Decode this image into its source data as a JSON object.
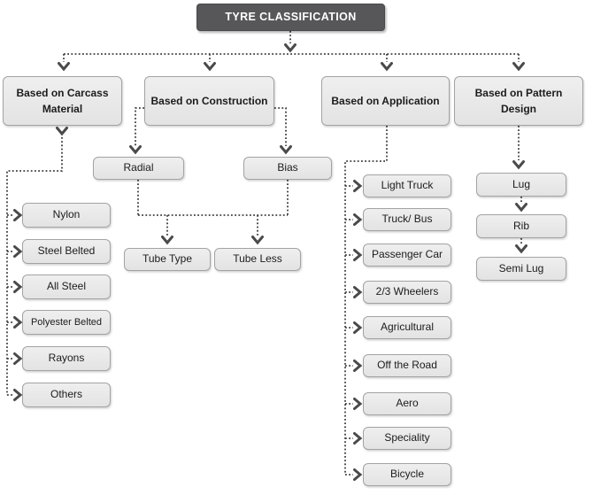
{
  "diagram": {
    "title": "TYRE CLASSIFICATION",
    "branches": {
      "carcass": {
        "label": "Based on Carcass Material",
        "items": [
          "Nylon",
          "Steel Belted",
          "All Steel",
          "Polyester Belted",
          "Rayons",
          "Others"
        ]
      },
      "construction": {
        "label": "Based on Construction",
        "items": [
          "Radial",
          "Bias"
        ],
        "sub_items": [
          "Tube Type",
          "Tube Less"
        ]
      },
      "application": {
        "label": "Based on Application",
        "items": [
          "Light Truck",
          "Truck/ Bus",
          "Passenger Car",
          "2/3 Wheelers",
          "Agricultural",
          "Off the Road",
          "Aero",
          "Speciality",
          "Bicycle"
        ]
      },
      "pattern": {
        "label": "Based on Pattern Design",
        "items": [
          "Lug",
          "Rib",
          "Semi Lug"
        ]
      }
    },
    "colors": {
      "title_bg": "#57575a",
      "title_text": "#ffffff",
      "box_bg": "#e9e9e9",
      "box_border": "#a3a3a3",
      "connector": "#3e3e3e"
    }
  }
}
